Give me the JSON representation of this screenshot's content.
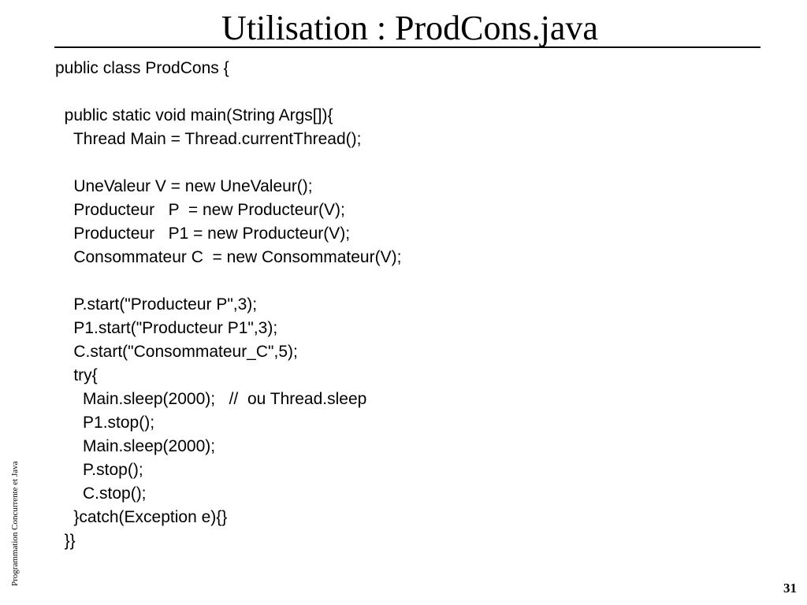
{
  "slide": {
    "title": "Utilisation : ProdCons.java",
    "side_label": "Programmation Concurrente et Java",
    "page_number": "31"
  },
  "code_lines": [
    "public class ProdCons {",
    "",
    "  public static void main(String Args[]){",
    "    Thread Main = Thread.currentThread();",
    "",
    "    UneValeur V = new UneValeur();",
    "    Producteur   P  = new Producteur(V);",
    "    Producteur   P1 = new Producteur(V);",
    "    Consommateur C  = new Consommateur(V);",
    "",
    "    P.start(\"Producteur P\",3);",
    "    P1.start(\"Producteur P1\",3);",
    "    C.start(\"Consommateur_C\",5);",
    "    try{",
    "      Main.sleep(2000);   //  ou Thread.sleep",
    "      P1.stop();",
    "      Main.sleep(2000);",
    "      P.stop();",
    "      C.stop();",
    "    }catch(Exception e){}",
    "  }}"
  ]
}
